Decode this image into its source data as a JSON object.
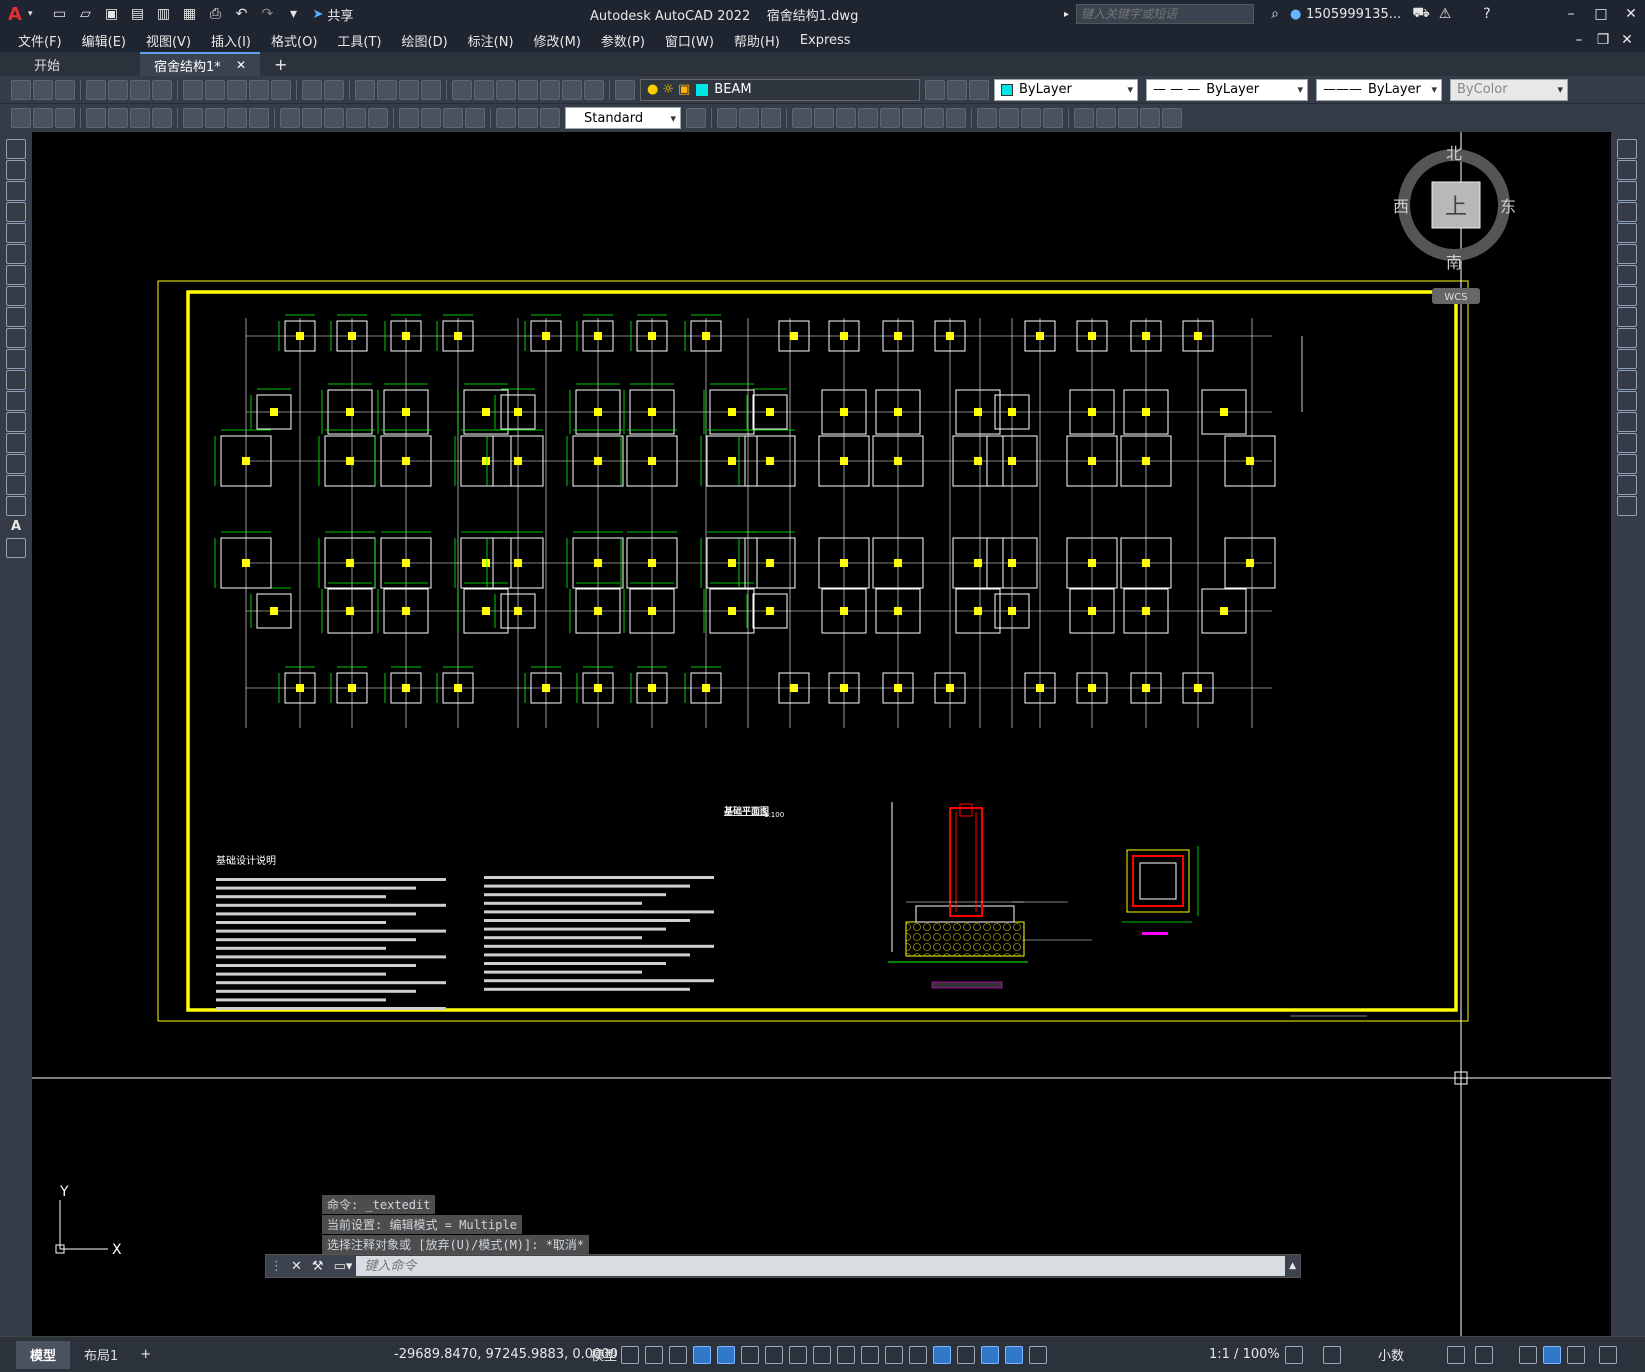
{
  "title": {
    "app": "Autodesk AutoCAD 2022",
    "file": "宿舍结构1.dwg",
    "search_placeholder": "键入关键字或短语",
    "user": "1505999135...",
    "share": "共享"
  },
  "menu": [
    "文件(F)",
    "编辑(E)",
    "视图(V)",
    "插入(I)",
    "格式(O)",
    "工具(T)",
    "绘图(D)",
    "标注(N)",
    "修改(M)",
    "参数(P)",
    "窗口(W)",
    "帮助(H)",
    "Express"
  ],
  "tabs": [
    {
      "label": "开始"
    },
    {
      "label": "宿舍结构1*"
    }
  ],
  "layer": {
    "name": "BEAM",
    "color": "#00e5e5"
  },
  "properties": {
    "color": "ByLayer",
    "linetype": "ByLayer",
    "lineweight": "ByLayer",
    "plotstyle": "ByColor"
  },
  "textstyle": "Standard",
  "viewcube": {
    "north": "北",
    "south": "南",
    "east": "东",
    "west": "西",
    "top": "上",
    "wcs": "WCS"
  },
  "drawing": {
    "plan_title": "基础平面图",
    "plan_scale": "1:100",
    "notes_title": "基础设计说明",
    "ucs_x": "X",
    "ucs_y": "Y"
  },
  "command": {
    "history": [
      "命令: _textedit",
      "当前设置: 编辑模式 = Multiple",
      "选择注释对象或 [放弃(U)/模式(M)]: *取消*"
    ],
    "placeholder": "键入命令"
  },
  "status": {
    "layout_tabs": [
      "模型",
      "布局1"
    ],
    "coords": "-29689.8470, 97245.9883, 0.0000",
    "space": "模型",
    "scale": "1:1 / 100%",
    "units": "小数"
  },
  "colors": {
    "frame_yellow": "#ffff00",
    "grid_white": "#ffffff",
    "dim_green": "#00ff00",
    "column_yellow": "#ffff00",
    "section_red": "#ff0000",
    "accent": "#2f78c8"
  }
}
